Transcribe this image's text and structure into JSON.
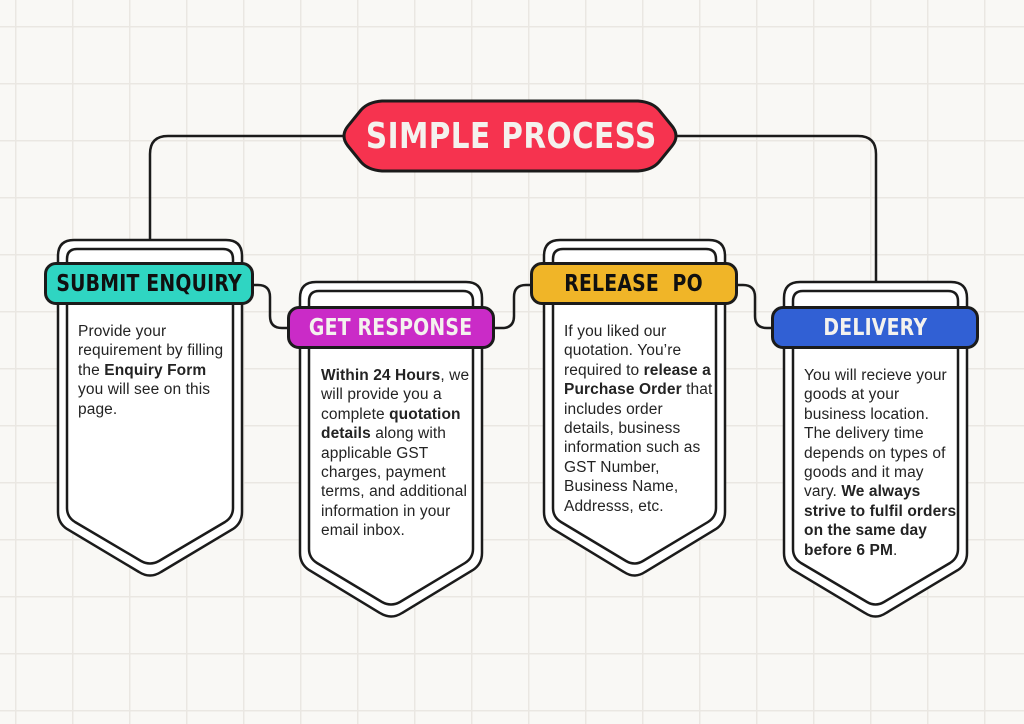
{
  "title": {
    "label": "SIMPLE PROCESS",
    "bg_color": "#f6334f",
    "text_color": "#f4f2ee"
  },
  "colors": {
    "outline": "#1b1b1b",
    "background": "#f9f8f5",
    "grid_line": "#eae7e2",
    "card_fill": "#ffffff",
    "body_text": "#232323"
  },
  "steps": [
    {
      "label": "SUBMIT ENQUIRY",
      "header_bg": "#2fd5c2",
      "header_text_color": "#101010",
      "body": [
        {
          "text": "Provide your requirement by filling the "
        },
        {
          "text": "Enquiry Form",
          "bold": true
        },
        {
          "text": " you will see on this page."
        }
      ]
    },
    {
      "label": "GET RESPONSE",
      "header_bg": "#ca2bc7",
      "header_text_color": "#f4f2ee",
      "body": [
        {
          "text": "Within 24 Hours",
          "bold": true
        },
        {
          "text": ", we will provide you a complete "
        },
        {
          "text": "quotation details",
          "bold": true
        },
        {
          "text": " along with applicable GST charges, payment terms, and additional information in your email inbox."
        }
      ]
    },
    {
      "label": "RELEASE  PO",
      "header_bg": "#f0b528",
      "header_text_color": "#101010",
      "body": [
        {
          "text": "If you liked our quotation. You’re required to "
        },
        {
          "text": "release a Purchase Order",
          "bold": true
        },
        {
          "text": " that includes order details, business information such as GST Number, Business Name, Addresss, etc."
        }
      ]
    },
    {
      "label": "DELIVERY",
      "header_bg": "#3160d4",
      "header_text_color": "#f4f2ee",
      "body": [
        {
          "text": "You will recieve your goods at your business location. The delivery time depends on types of goods and it may vary. "
        },
        {
          "text": "We always strive to fulfil orders on the same day before 6 PM",
          "bold": true
        },
        {
          "text": "."
        }
      ]
    }
  ]
}
